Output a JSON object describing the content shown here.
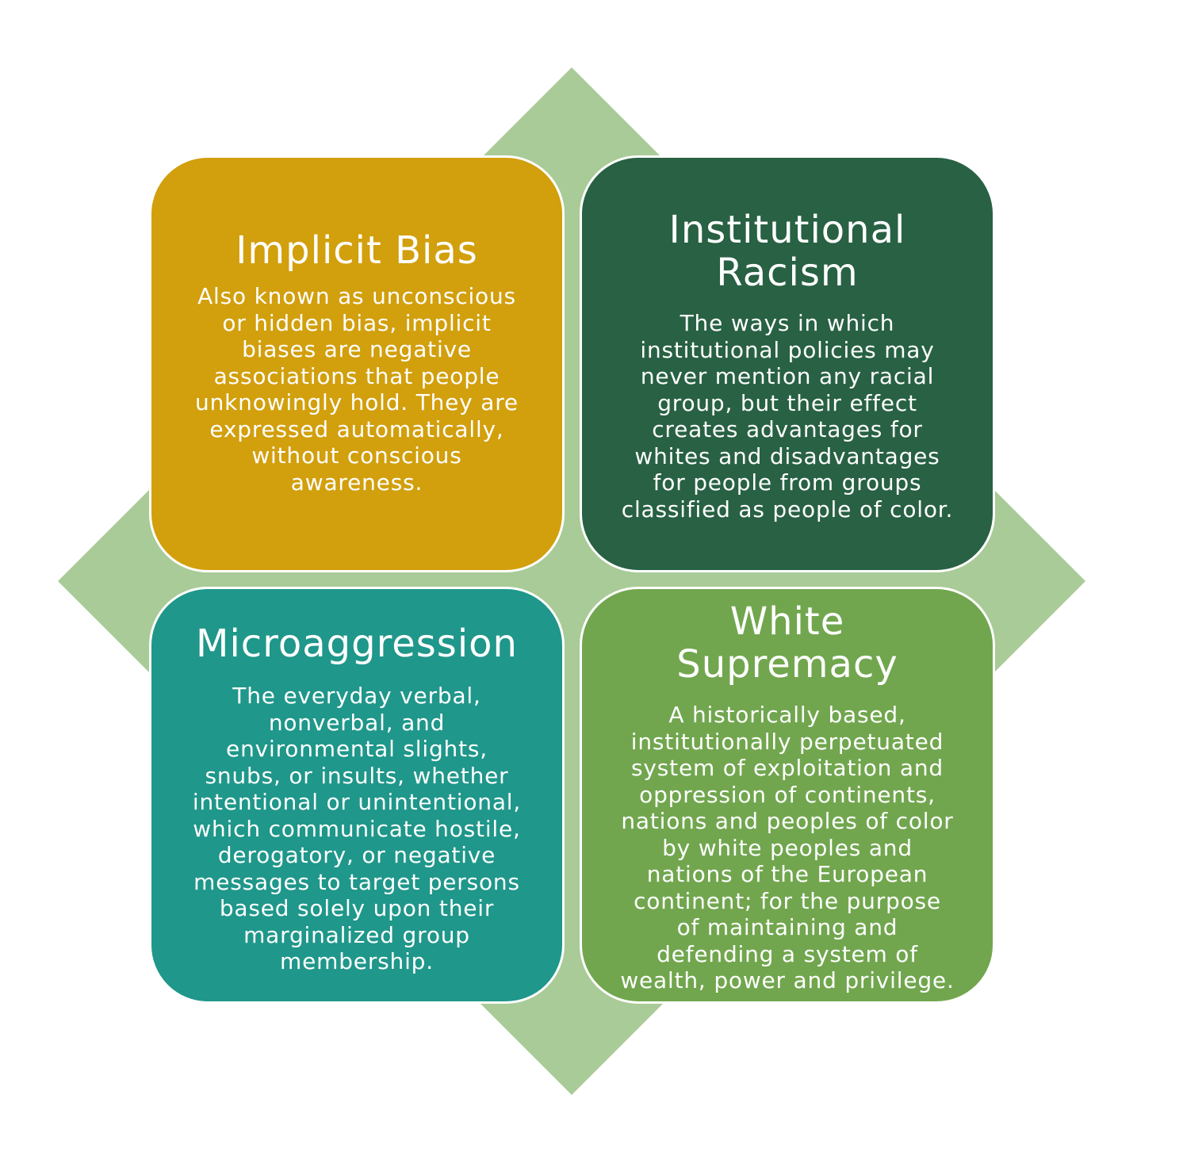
{
  "colors": {
    "diamond": "#a9cb97",
    "implicit_bias": "#d29f0d",
    "institutional_racism": "#286143",
    "microaggression": "#1f978a",
    "white_supremacy": "#71a64e",
    "text": "#ffffff"
  },
  "cards": {
    "implicit_bias": {
      "title": "Implicit Bias",
      "body": "Also known as unconscious\nor hidden bias, implicit\nbiases are negative\nassociations that people\nunknowingly hold. They are\nexpressed automatically,\nwithout conscious\nawareness."
    },
    "institutional_racism": {
      "title": "Institutional\nRacism",
      "body": "The ways in which\ninstitutional policies may\nnever mention any racial\ngroup, but their effect\ncreates advantages for\nwhites and disadvantages\nfor people from groups\nclassified as people of color."
    },
    "microaggression": {
      "title": "Microaggression",
      "body": "The everyday verbal,\nnonverbal, and\nenvironmental slights,\nsnubs, or insults, whether\nintentional or unintentional,\nwhich communicate hostile,\nderogatory, or negative\nmessages to target persons\nbased solely upon their\nmarginalized group\nmembership."
    },
    "white_supremacy": {
      "title": "White\nSupremacy",
      "body": "A  historically based,\ninstitutionally perpetuated\nsystem of exploitation and\noppression of continents,\nnations and peoples of color\nby white peoples and\nnations of the European\ncontinent; for the purpose\nof maintaining and\ndefending a system of\nwealth, power and privilege."
    }
  }
}
